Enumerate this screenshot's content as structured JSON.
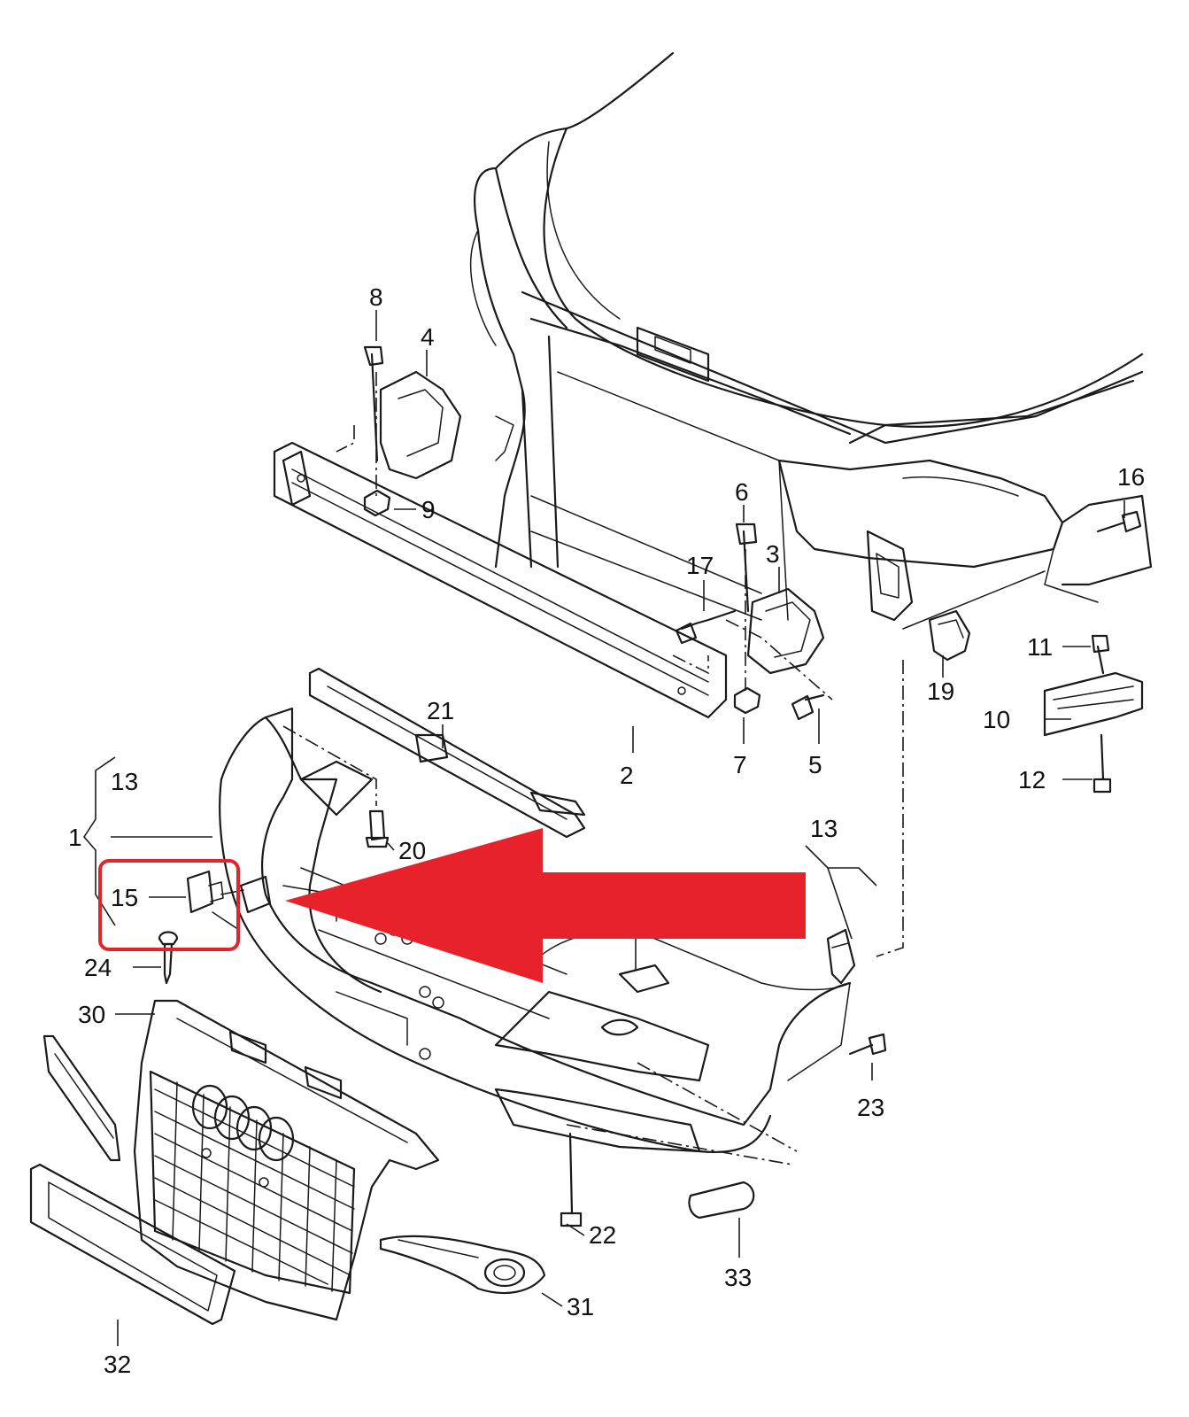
{
  "diagram": {
    "labels": {
      "p1": "1",
      "p2": "2",
      "p3": "3",
      "p4": "4",
      "p5": "5",
      "p6": "6",
      "p7": "7",
      "p8": "8",
      "p9": "9",
      "p10": "10",
      "p11": "11",
      "p12": "12",
      "p13a": "13",
      "p13b": "13",
      "p15": "15",
      "p16": "16",
      "p17": "17",
      "p19": "19",
      "p20": "20",
      "p21": "21",
      "p22": "22",
      "p23": "23",
      "p24": "24",
      "p30": "30",
      "p31": "31",
      "p32": "32",
      "p33": "33"
    },
    "highlight": {
      "target_part": "15",
      "box_color": "#e0262b",
      "arrow_color": "#e8222a"
    }
  }
}
